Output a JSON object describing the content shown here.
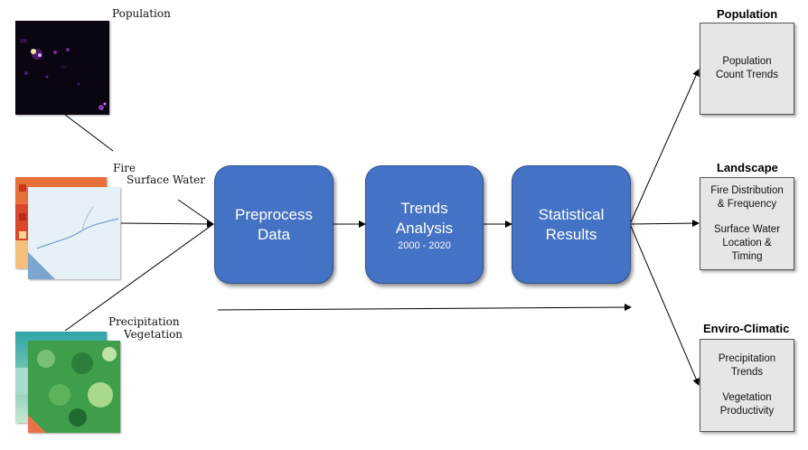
{
  "inputs": {
    "population": "Population",
    "fire": "Fire",
    "surface_water": "Surface Water",
    "precipitation": "Precipitation",
    "vegetation": "Vegetation"
  },
  "steps": {
    "preprocess": "Preprocess Data",
    "trends_title": "Trends Analysis",
    "trends_years": "2000 - 2020",
    "statistical": "Statistical Results"
  },
  "outputs": {
    "population": {
      "title": "Population",
      "lines": [
        "Population",
        "Count Trends"
      ]
    },
    "landscape": {
      "title": "Landscape",
      "item1": [
        "Fire Distribution",
        "& Frequency"
      ],
      "item2": [
        "Surface Water",
        "Location &",
        "Timing"
      ]
    },
    "enviro": {
      "title": "Enviro-Climatic",
      "item1": [
        "Precipitation",
        "Trends"
      ],
      "item2": [
        "Vegetation",
        "Productivity"
      ]
    }
  },
  "colors": {
    "process_fill": "#4472c4",
    "output_fill": "#e7e6e6"
  }
}
